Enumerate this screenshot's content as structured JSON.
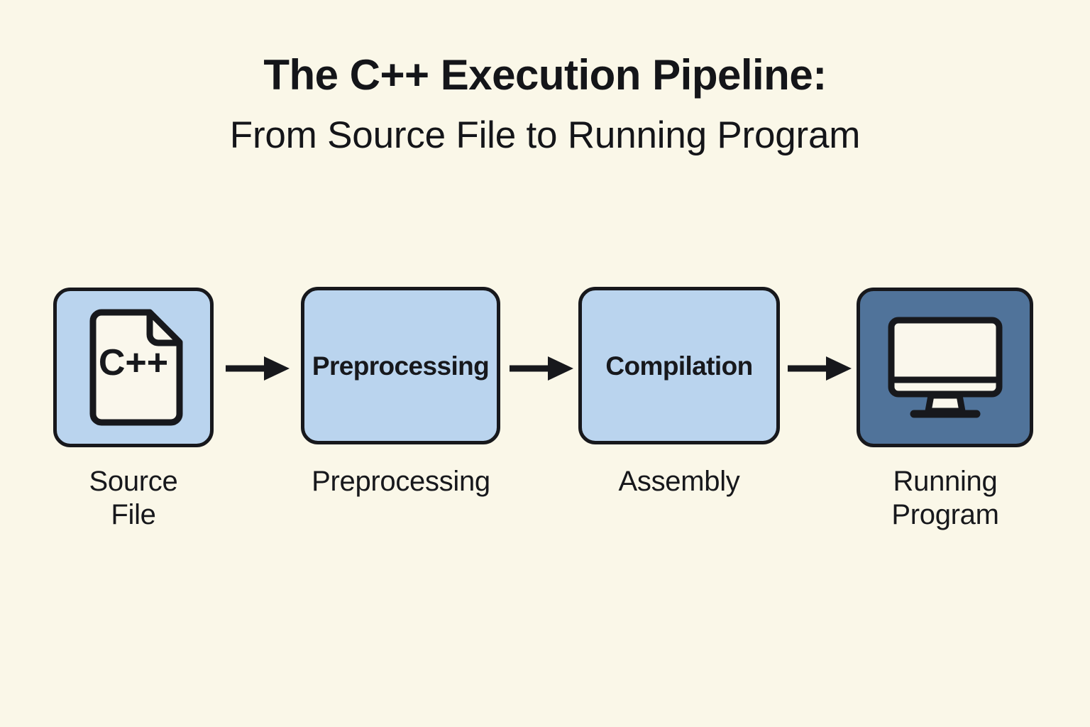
{
  "title": {
    "main": "The C++ Execution Pipeline:",
    "subtitle": "From Source File to Running Program"
  },
  "colors": {
    "background": "#faf7e8",
    "node_light": "#bad4ee",
    "node_dark": "#50739a",
    "stroke": "#17181c",
    "text": "#17181c",
    "icon_fill": "#faf7ec"
  },
  "diagram": {
    "type": "pipeline",
    "direction": "left-to-right",
    "stage_count": 4,
    "arrow_count": 3,
    "stages": [
      {
        "id": "source",
        "box_text": "",
        "icon": "cpp-file-icon",
        "icon_text": "C++",
        "label": "Source File",
        "label_lines": [
          "Source",
          "File"
        ],
        "fill": "#bad4ee"
      },
      {
        "id": "preprocessing",
        "box_text": "Preprocessing",
        "icon": "",
        "icon_text": "",
        "label": "Preprocessing",
        "label_lines": [
          "Preprocessing"
        ],
        "fill": "#bad4ee"
      },
      {
        "id": "compilation",
        "box_text": "Compilation",
        "icon": "",
        "icon_text": "",
        "label": "Assembly",
        "label_lines": [
          "Assembly"
        ],
        "fill": "#bad4ee"
      },
      {
        "id": "running-program",
        "box_text": "",
        "icon": "monitor-icon",
        "icon_text": "",
        "label": "Running Program",
        "label_lines": [
          "Running",
          "Program"
        ],
        "fill": "#50739a"
      }
    ]
  }
}
